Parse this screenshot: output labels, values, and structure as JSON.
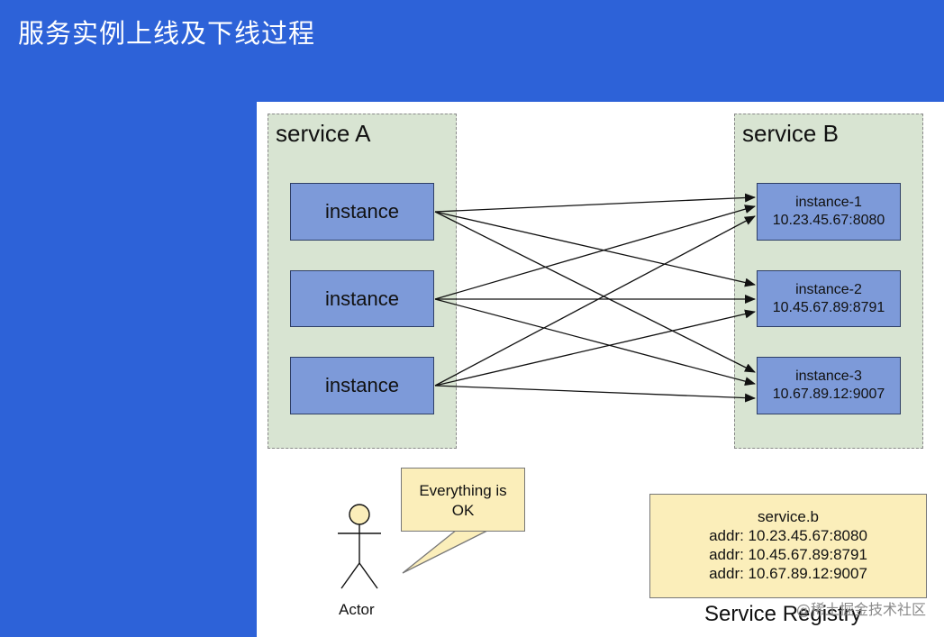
{
  "slide": {
    "title": "服务实例上线及下线过程"
  },
  "service_a": {
    "label": "service A",
    "instances": [
      "instance",
      "instance",
      "instance"
    ]
  },
  "service_b": {
    "label": "service B",
    "instances": [
      {
        "name": "instance-1",
        "addr": "10.23.45.67:8080"
      },
      {
        "name": "instance-2",
        "addr": "10.45.67.89:8791"
      },
      {
        "name": "instance-3",
        "addr": "10.67.89.12:9007"
      }
    ]
  },
  "actor": {
    "label": "Actor",
    "speech_line1": "Everything is",
    "speech_line2": "OK"
  },
  "registry": {
    "service_name": "service.b",
    "addr_lines": [
      "addr: 10.23.45.67:8080",
      "addr: 10.45.67.89:8791",
      "addr: 10.67.89.12:9007"
    ],
    "label": "Service Registry"
  },
  "watermark": "@稀土掘金技术社区",
  "colors": {
    "background": "#2d62d8",
    "group_fill": "#d8e4d2",
    "instance_fill": "#7d9ad9",
    "note_fill": "#fbeeba"
  }
}
